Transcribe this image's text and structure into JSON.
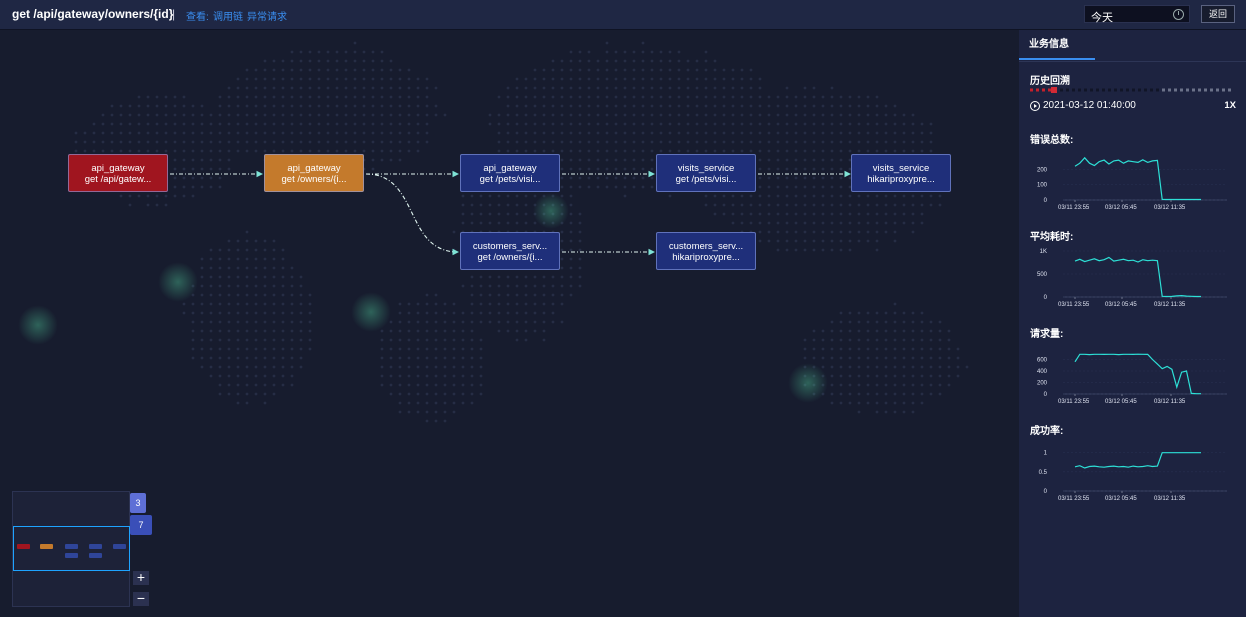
{
  "header": {
    "title": "get /api/gateway/owners/{id}",
    "separator": "|",
    "view_label": "查看:",
    "links": [
      "调用链",
      "异常请求"
    ],
    "date_value": "今天",
    "back_label": "返回"
  },
  "graph": {
    "nodes": [
      {
        "line1": "api_gateway",
        "line2": "get /api/gatew...",
        "status": "error",
        "color": "#a0151f"
      },
      {
        "line1": "api_gateway",
        "line2": "get /owners/{i...",
        "status": "warning",
        "color": "#c47a2c"
      },
      {
        "line1": "api_gateway",
        "line2": "get /pets/visi...",
        "status": "normal",
        "color": "#1f2f7a"
      },
      {
        "line1": "visits_service",
        "line2": "get /pets/visi...",
        "status": "normal",
        "color": "#1f2f7a"
      },
      {
        "line1": "visits_service",
        "line2": "hikariproxypre...",
        "status": "normal",
        "color": "#1f2f7a"
      },
      {
        "line1": "customers_serv...",
        "line2": "get /owners/{i...",
        "status": "normal",
        "color": "#1f2f7a"
      },
      {
        "line1": "customers_serv...",
        "line2": "hikariproxypre...",
        "status": "normal",
        "color": "#1f2f7a"
      }
    ]
  },
  "minimap": {
    "badge_top": "3",
    "badge_bottom": "7",
    "zoom_in": "+",
    "zoom_out": "−"
  },
  "sidebar": {
    "tab_label": "业务信息",
    "history_label": "历史回溯",
    "playback_time": "2021-03-12 01:40:00",
    "speed": "1X",
    "accent": "#2de0d6"
  },
  "chart_data": [
    {
      "type": "line",
      "title": "错误总数:",
      "x_ticks": [
        "03/11 23:55",
        "03/12 05:45",
        "03/12 11:35"
      ],
      "y_ticks": [
        "0",
        "100",
        "200"
      ],
      "ylim": [
        0,
        300
      ],
      "values": [
        220,
        240,
        275,
        240,
        225,
        250,
        260,
        235,
        255,
        260,
        240,
        255,
        250,
        245,
        262,
        245,
        255,
        258,
        4,
        3,
        3,
        3,
        3,
        3,
        3,
        3,
        3
      ]
    },
    {
      "type": "line",
      "title": "平均耗时:",
      "x_ticks": [
        "03/11 23:55",
        "03/12 05:45",
        "03/12 11:35"
      ],
      "y_ticks": [
        "0",
        "500",
        "1K"
      ],
      "ylim": [
        0,
        1000
      ],
      "values": [
        780,
        820,
        770,
        800,
        830,
        790,
        810,
        860,
        780,
        800,
        820,
        790,
        800,
        760,
        810,
        790,
        800,
        790,
        15,
        10,
        12,
        25,
        30,
        20,
        15,
        10,
        10
      ]
    },
    {
      "type": "line",
      "title": "请求量:",
      "x_ticks": [
        "03/11 23:55",
        "03/12 05:45",
        "03/12 11:35"
      ],
      "y_ticks": [
        "0",
        "200",
        "400",
        "600"
      ],
      "ylim": [
        0,
        800
      ],
      "values": [
        560,
        690,
        690,
        685,
        690,
        690,
        688,
        690,
        690,
        685,
        690,
        690,
        688,
        692,
        690,
        688,
        600,
        520,
        440,
        480,
        430,
        120,
        380,
        400,
        10,
        5,
        5
      ]
    },
    {
      "type": "line",
      "title": "成功率:",
      "x_ticks": [
        "03/11 23:55",
        "03/12 05:45",
        "03/12 11:35"
      ],
      "y_ticks": [
        "0",
        "0.5",
        "1"
      ],
      "ylim": [
        0,
        1.2
      ],
      "values": [
        0.63,
        0.66,
        0.6,
        0.64,
        0.65,
        0.63,
        0.62,
        0.64,
        0.65,
        0.63,
        0.64,
        0.62,
        0.65,
        0.63,
        0.64,
        0.66,
        0.64,
        0.65,
        1.0,
        1.0,
        1.0,
        1.0,
        1.0,
        1.0,
        1.0,
        1.0,
        1.0
      ]
    }
  ]
}
